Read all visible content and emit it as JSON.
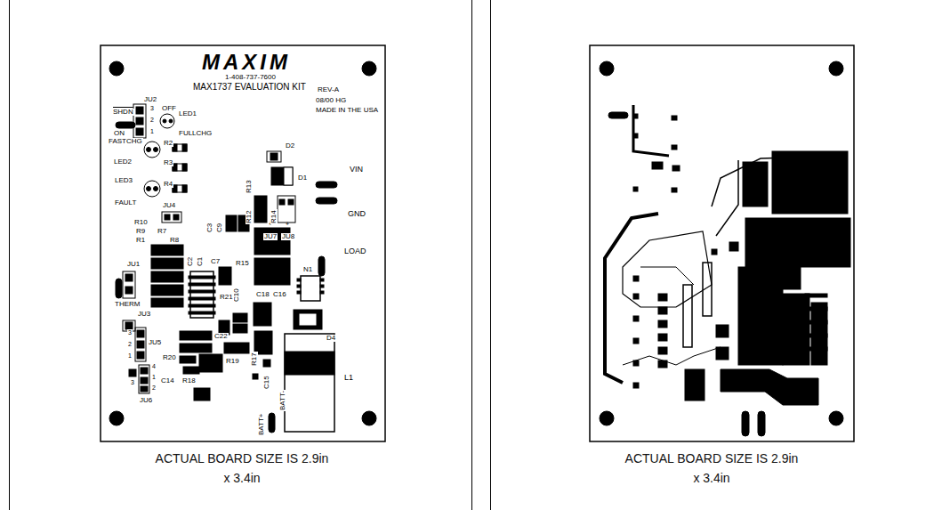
{
  "diagram": {
    "nodes": [
      {
        "text": [
          "ACTUAL BOARD SIZE IS 2.9in x 3.4in"
        ]
      },
      {
        "text": [
          "ACTUAL BOARD SIZE IS 2.9in x 3.4in"
        ]
      }
    ],
    "labels": [
      "MAXIM",
      "1-408-737-7600",
      "MAX1737 EVALUATION KIT",
      "JU2",
      "SHDN",
      "3",
      "OFF",
      "2",
      "ON",
      "1",
      "LED1",
      "FULLCHG",
      "FASTCHG",
      "LED2",
      "R2",
      "R3",
      "LED3",
      "FAULT",
      "R4",
      "REV-A",
      "08/00 HG",
      "MADE IN THE USA",
      "D2",
      "D1",
      "VIN",
      "GND",
      "LOAD",
      "R13",
      "R12",
      "R14",
      "JU7",
      "JU8",
      "JU4",
      "C3",
      "C9",
      "R10",
      "R9",
      "R1",
      "R7",
      "R8",
      "C2",
      "C1",
      "C7",
      "R15",
      "N1",
      "JU1",
      "THERM",
      "JU3",
      "C10",
      "C18",
      "C16",
      "R21",
      "R17",
      "C22",
      "D4",
      "3",
      "2",
      "1",
      "JU5",
      "R20",
      "C14",
      "R19",
      "C15",
      "R18",
      "4",
      "3",
      "1",
      "2",
      "JU6",
      "L1",
      "BATT+",
      "BATT-"
    ]
  }
}
